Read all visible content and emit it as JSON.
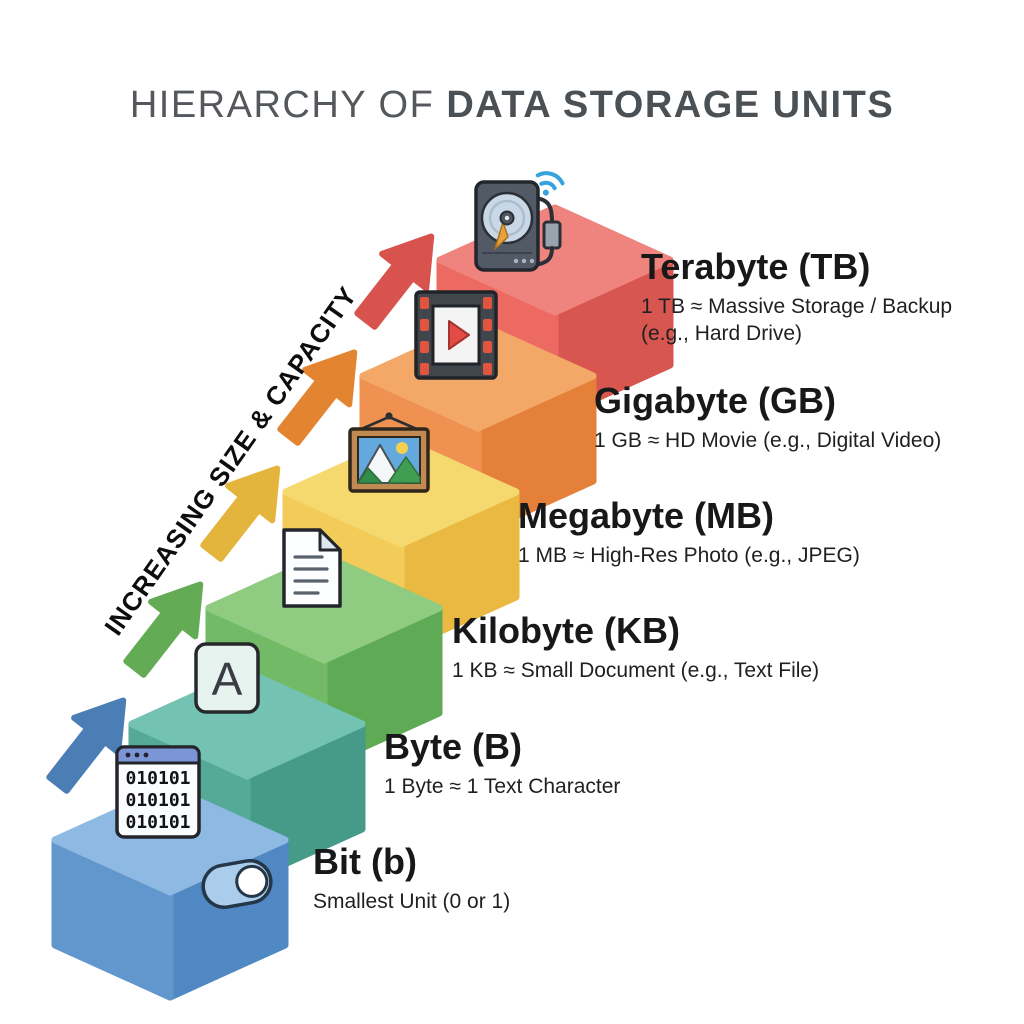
{
  "title": {
    "prefix": "HIERARCHY OF",
    "emphasis": "DATA STORAGE UNITS"
  },
  "diagonal_label": "INCREASING SIZE & CAPACITY",
  "colors": {
    "background": "#FFFFFF",
    "title_text": "#54585C",
    "heading_text": "#17181A",
    "desc_text": "#1F2022",
    "diagonal_text": "#0D0D0D"
  },
  "steps": [
    {
      "id": "bit",
      "heading": "Bit (b)",
      "desc_lines": [
        "Smallest Unit (0 or 1)"
      ],
      "icons": [
        "toggle-switch-icon",
        "binary-code-icon"
      ],
      "binary_text": "010101",
      "block_colors": {
        "top": "#8EB9E2",
        "front": "#6197CC",
        "side": "#4F88C2"
      }
    },
    {
      "id": "byte",
      "heading": "Byte (B)",
      "desc_lines": [
        "1 Byte ≈ 1 Text Character"
      ],
      "icons": [
        "letter-a-icon"
      ],
      "letter": "A",
      "block_colors": {
        "top": "#74C3B2",
        "front": "#55A997",
        "side": "#459A88"
      }
    },
    {
      "id": "kilobyte",
      "heading": "Kilobyte (KB)",
      "desc_lines": [
        "1 KB ≈ Small Document (e.g., Text File)"
      ],
      "icons": [
        "document-icon"
      ],
      "block_colors": {
        "top": "#90CB82",
        "front": "#73BA67",
        "side": "#5FAA55"
      }
    },
    {
      "id": "megabyte",
      "heading": "Megabyte (MB)",
      "desc_lines": [
        "1 MB ≈ High-Res Photo (e.g., JPEG)"
      ],
      "icons": [
        "framed-photo-icon"
      ],
      "block_colors": {
        "top": "#F6D96E",
        "front": "#F2CB58",
        "side": "#E9B942"
      }
    },
    {
      "id": "gigabyte",
      "heading": "Gigabyte (GB)",
      "desc_lines": [
        "1 GB ≈ HD Movie (e.g., Digital Video)"
      ],
      "icons": [
        "film-strip-icon"
      ],
      "block_colors": {
        "top": "#F3A868",
        "front": "#EF9251",
        "side": "#E5803B"
      }
    },
    {
      "id": "terabyte",
      "heading": "Terabyte (TB)",
      "desc_lines": [
        "1 TB ≈ Massive Storage / Backup",
        "(e.g., Hard Drive)"
      ],
      "icons": [
        "hard-drive-icon",
        "wifi-icon",
        "usb-cable-icon"
      ],
      "block_colors": {
        "top": "#EF837D",
        "front": "#EC6A61",
        "side": "#D7564F"
      }
    }
  ],
  "arrows": [
    {
      "color": "#4C7EB6"
    },
    {
      "color": "#63AC55"
    },
    {
      "color": "#E4B53C"
    },
    {
      "color": "#E28430"
    },
    {
      "color": "#D9534E"
    }
  ],
  "icon_colors": {
    "toggle_fill": "#A9CDEA",
    "binary_header": "#7C95D6",
    "letter_tile": "#E7F3EF",
    "page_fold": "#DEE7F0",
    "frame_wood": "#C08A52",
    "sky": "#63A9DE",
    "sun": "#F2CF4E",
    "mountain_green": "#3F9E52",
    "film_strip": "#41464D",
    "film_hole": "#E05540",
    "play_button": "#E34B45",
    "hdd_body": "#525A66",
    "hdd_platter": "#C9D8E6",
    "hdd_needle": "#E8A13C",
    "wifi": "#35A3DC"
  }
}
